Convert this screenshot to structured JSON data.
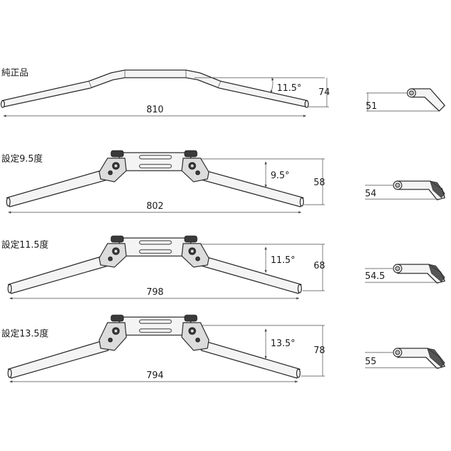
{
  "diagram": {
    "rows": [
      {
        "title": "純正品",
        "width": "810",
        "angle": "11.5°",
        "height": "74",
        "side_height": "51"
      },
      {
        "title": "設定9.5度",
        "width": "802",
        "angle": "9.5°",
        "height": "58",
        "side_height": "54"
      },
      {
        "title": "設定11.5度",
        "width": "798",
        "angle": "11.5°",
        "height": "68",
        "side_height": "54.5"
      },
      {
        "title": "設定13.5度",
        "width": "794",
        "angle": "13.5°",
        "height": "78",
        "side_height": "55"
      }
    ]
  }
}
